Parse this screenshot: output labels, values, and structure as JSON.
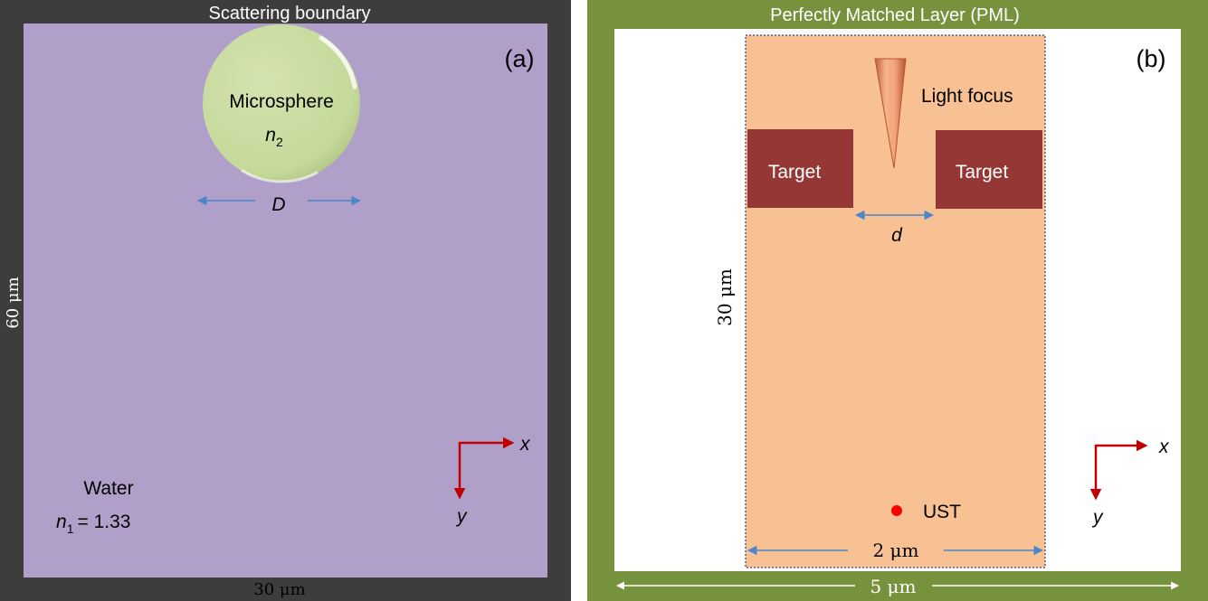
{
  "panel_a": {
    "top_label": "Scattering boundary",
    "panel_letter": "(a)",
    "sphere_label": "Microsphere",
    "sphere_index_symbol": "n",
    "sphere_index_sub": "2",
    "diameter_label": "D",
    "left_dim": "60 μm",
    "bottom_dim": "30 μm",
    "medium_label": "Water",
    "medium_index_symbol": "n",
    "medium_index_sub": "1",
    "medium_index_value": "= 1.33",
    "axis_x": "x",
    "axis_y": "y"
  },
  "panel_b": {
    "top_label": "Perfectly Matched Layer (PML)",
    "panel_letter": "(b)",
    "light_label": "Light focus",
    "target_left": "Target",
    "target_right": "Target",
    "gap_label": "d",
    "left_dim": "30 μm",
    "inner_dim": "2 μm",
    "bottom_dim": "5 μm",
    "ust_label": "UST",
    "axis_x": "x",
    "axis_y": "y"
  },
  "colors": {
    "boundary_dark": "#3d3d3d",
    "water_purple": "#b09fc8",
    "sphere_green": "#c5d99b",
    "pml_green": "#77923c",
    "region_orange": "#f8c193",
    "target_red": "#953735",
    "arrow_blue": "#4a86c8",
    "axis_red": "#c00000",
    "ust_red": "#ff0000"
  }
}
